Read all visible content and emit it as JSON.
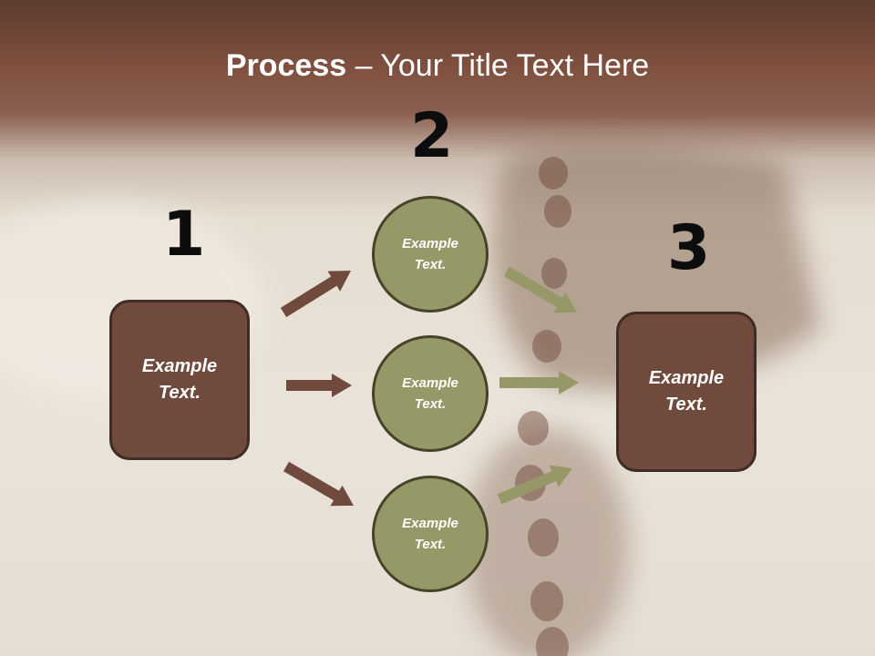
{
  "title": {
    "bold": "Process",
    "rest": " – Your Title Text Here"
  },
  "steps": [
    {
      "number": "1",
      "label": "Example Text."
    },
    {
      "number": "2",
      "labels": [
        "Example Text.",
        "Example Text.",
        "Example Text."
      ]
    },
    {
      "number": "3",
      "label": "Example Text."
    }
  ],
  "colors": {
    "box": "#714a3e",
    "box_border": "#3f2c25",
    "circle": "#979868",
    "circle_border": "#444429",
    "arrow_left": "#714a3e",
    "arrow_right": "#979868"
  }
}
